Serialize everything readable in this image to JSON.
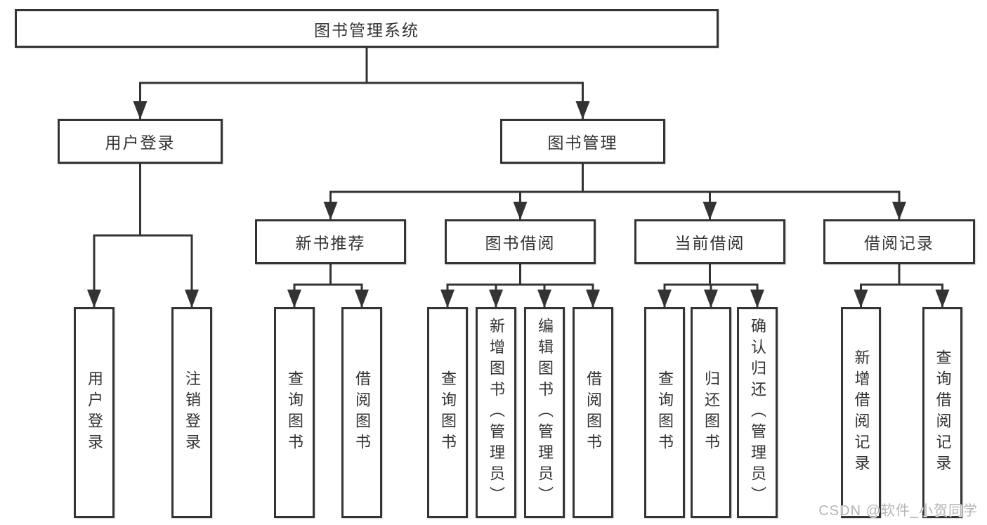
{
  "diagram_type": "hierarchy-flowchart",
  "tree": {
    "root": {
      "label": "图书管理系统"
    },
    "children": [
      {
        "label": "用户登录",
        "children": [
          {
            "label": "用户登录"
          },
          {
            "label": "注销登录"
          }
        ]
      },
      {
        "label": "图书管理",
        "children": [
          {
            "label": "新书推荐",
            "children": [
              {
                "label": "查询图书"
              },
              {
                "label": "借阅图书"
              }
            ]
          },
          {
            "label": "图书借阅",
            "children": [
              {
                "label": "查询图书"
              },
              {
                "label": "新增图书（管理员）"
              },
              {
                "label": "编辑图书（管理员）"
              },
              {
                "label": "借阅图书"
              }
            ]
          },
          {
            "label": "当前借阅",
            "children": [
              {
                "label": "查询图书"
              },
              {
                "label": "归还图书"
              },
              {
                "label": "确认归还（管理员）"
              }
            ]
          },
          {
            "label": "借阅记录",
            "children": [
              {
                "label": "新增借阅记录"
              },
              {
                "label": "查询借阅记录"
              }
            ]
          }
        ]
      }
    ]
  },
  "watermark": "CSDN @软件_小贺同学",
  "colors": {
    "line": "#333333",
    "box_border": "#343434",
    "text": "#333333",
    "watermark_text": "#b5b5b5",
    "background": "#ffffff"
  }
}
